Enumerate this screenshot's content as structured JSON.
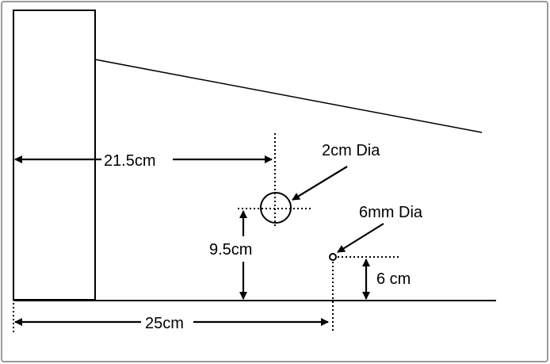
{
  "labels": {
    "dim_215": "21.5cm",
    "dim_2cm_dia": "2cm Dia",
    "dim_6mm_dia": "6mm Dia",
    "dim_95": "9.5cm",
    "dim_6cm": "6 cm",
    "dim_25": "25cm"
  },
  "colors": {
    "line": "#000000",
    "frame": "#9a9a9a",
    "background": "#ffffff"
  }
}
